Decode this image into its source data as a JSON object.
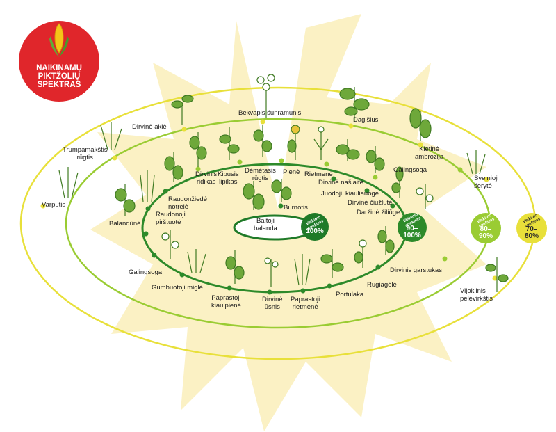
{
  "logo": {
    "line1": "NAIKINAMŲ",
    "line2": "PIKTŽOLIŲ",
    "line3": "SPEKTRAS",
    "icon": "corn-cob-icon"
  },
  "colors": {
    "outer_ring": "#e8e03a",
    "middle_ring": "#9acc33",
    "inner_ring": "#2d8a2a",
    "core_ring": "#1f7a28",
    "sun": "#fbf1c4",
    "logo_red": "#e0262b"
  },
  "badges": {
    "core": {
      "caption": "Veikimo spektras",
      "value": "100%"
    },
    "inner": {
      "caption": "Veikimo spektras",
      "value": "90–\n100%"
    },
    "middle": {
      "caption": "Veikimo spektras",
      "value": "80–\n90%"
    },
    "outer": {
      "caption": "Veikimo spektras",
      "value": "70–\n80%"
    }
  },
  "outer_weeds": {
    "bekvapis": "Bekvapis šunramunis",
    "dagisius": "Dagišius",
    "kietine": "Kietinė\nambrozija",
    "svelnioji": "Švelnioji\nšerytė",
    "vijoklinis": "Vijoklinis\npelėvirkštis",
    "dirvine_akle": "Dirvinė aklė",
    "trumpamakstis": "Trumpamakštis\nrūgtis",
    "varputis": "Varputis"
  },
  "inner_weeds": {
    "dirvinis_ridikas": "Dirvinis\nridikas",
    "kibusis": "Kibusis\nlipikas",
    "dematasis": "Dėmėtasis\nrūgtis",
    "piene": "Pienė",
    "rietmene": "Rietmenė",
    "dirvine_naslaite": "Dirvinė našlaitė",
    "juodoji": "Juodoji",
    "kiauliauoge": "kiauliauogė",
    "galingsoga_r": "Galingsoga",
    "dirvine_ciuzlute": "Dirvinė čiužlutė",
    "darzine_ziliuge": "Daržinė žiliūgė",
    "raudonziede": "Raudonžiedė\nnotrelė",
    "raudonoji": "Raudonoji\npirštuotė",
    "balandune": "Balandūnė",
    "galingsoga_l": "Galingsoga",
    "gumbuotoji": "Gumbuotoji miglė",
    "paprastoji_kiaulpiene": "Paprastoji\nkiaulpienė",
    "dirvine_usnis": "Dirvinė\nūsnis",
    "paprastoji_rietmene": "Paprastoji\nrietmenė",
    "portulaka": "Portulaka",
    "rugiagele": "Rugiagėlė",
    "dirvinis_garstukas": "Dirvinis garstukas"
  },
  "core_weeds": {
    "baltoji": "Baltoji\nbalanda",
    "burnotis": "Burnotis"
  }
}
